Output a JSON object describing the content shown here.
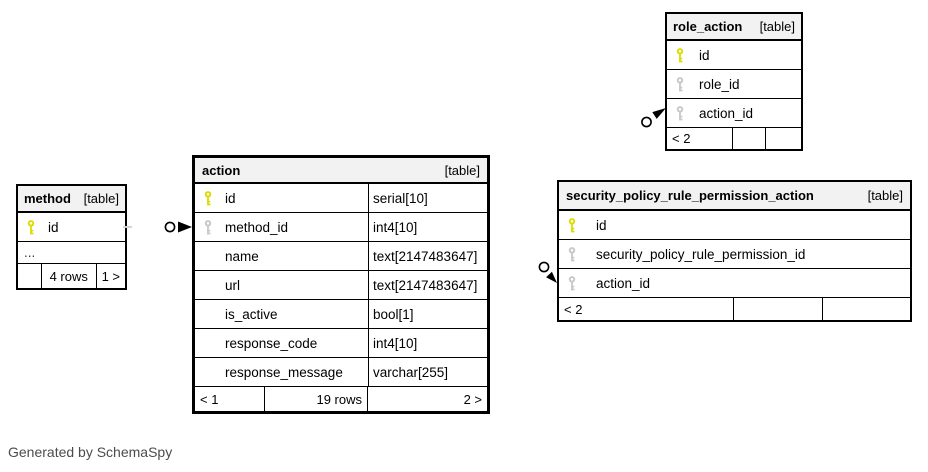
{
  "note": "Generated by SchemaSpy",
  "colors": {
    "table_header_bg": "#f2f2f2",
    "table_border": "#000000",
    "primary_key_icon": "#dcdc00",
    "foreign_key_icon": "#c8c8c8",
    "note_text": "#4c4c4c"
  },
  "tables": [
    {
      "name": "method",
      "tag": "[table]",
      "columns": [
        {
          "name": "id",
          "key": "primary"
        },
        {
          "name": "...",
          "key": null
        }
      ],
      "footer": {
        "left": "",
        "middle": "4 rows",
        "right": "1 >"
      }
    },
    {
      "name": "action",
      "tag": "[table]",
      "columns": [
        {
          "name": "id",
          "key": "primary",
          "type": "serial[10]"
        },
        {
          "name": "method_id",
          "key": "foreign",
          "type": "int4[10]"
        },
        {
          "name": "name",
          "key": null,
          "type": "text[2147483647]"
        },
        {
          "name": "url",
          "key": null,
          "type": "text[2147483647]"
        },
        {
          "name": "is_active",
          "key": null,
          "type": "bool[1]"
        },
        {
          "name": "response_code",
          "key": null,
          "type": "int4[10]"
        },
        {
          "name": "response_message",
          "key": null,
          "type": "varchar[255]"
        }
      ],
      "footer": {
        "left": "< 1",
        "middle": "19 rows",
        "right": "2 >"
      }
    },
    {
      "name": "role_action",
      "tag": "[table]",
      "columns": [
        {
          "name": "id",
          "key": "primary"
        },
        {
          "name": "role_id",
          "key": "foreign"
        },
        {
          "name": "action_id",
          "key": "foreign"
        }
      ],
      "footer": {
        "left": "< 2",
        "middle": "",
        "right": ""
      }
    },
    {
      "name": "security_policy_rule_permission_action",
      "tag": "[table]",
      "columns": [
        {
          "name": "id",
          "key": "primary"
        },
        {
          "name": "security_policy_rule_permission_id",
          "key": "foreign"
        },
        {
          "name": "action_id",
          "key": "foreign"
        }
      ],
      "footer": {
        "left": "< 2",
        "middle": "",
        "right": ""
      }
    }
  ],
  "connectors": [
    {
      "attached_to": "action.method_id",
      "style": "open-circle-arrow"
    },
    {
      "attached_to": "role_action.action_id",
      "style": "open-circle-arrow"
    },
    {
      "attached_to": "security_policy_rule_permission_action.action_id",
      "style": "open-circle-arrow"
    }
  ]
}
